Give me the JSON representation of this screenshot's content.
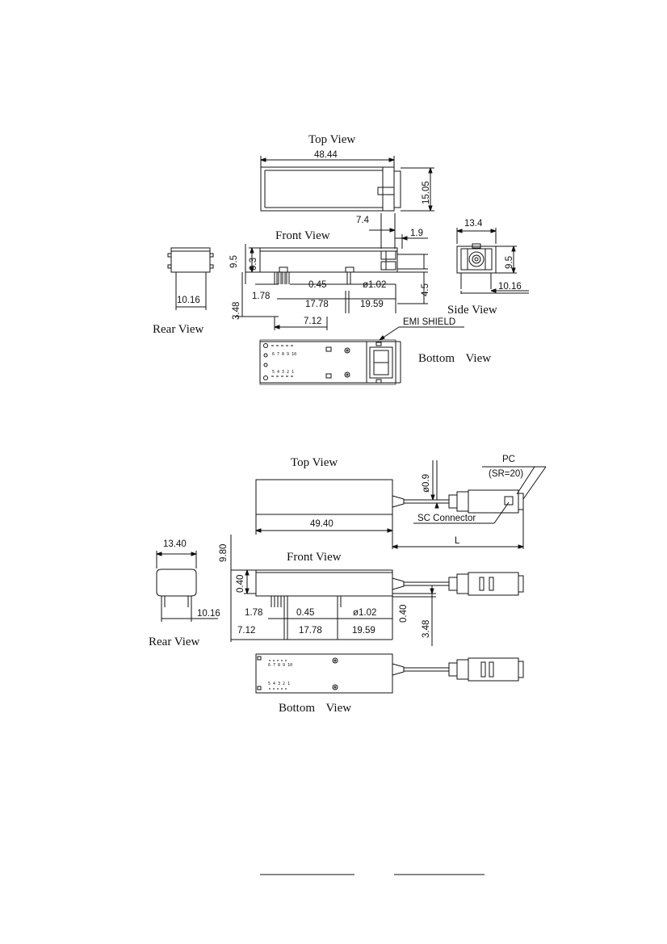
{
  "upper": {
    "titles": {
      "top": "Top View",
      "front": "Front View",
      "side": "Side View",
      "rear": "Rear View",
      "bottom": "Bottom View"
    },
    "dims": {
      "length": "48.44",
      "width": "15.05",
      "d_7_4": "7.4",
      "d_1_9": "1.9",
      "d_13_4": "13.4",
      "d_9_5_left": "9.5",
      "d_0_3": "0.3",
      "d_9_5_side": "9.5",
      "d_4_5": "4.5",
      "d_10_16_side": "10.16",
      "d_10_16_rear": "10.16",
      "d_1_78": "1.78",
      "d_0_45": "0.45",
      "d_phi_1_02": "ø1.02",
      "d_17_78": "17.78",
      "d_19_59": "19.59",
      "d_3_48": "3.48",
      "d_7_12": "7.12"
    },
    "callouts": {
      "emi": "EMI SHIELD"
    },
    "pin_labels": {
      "top_row": "6 7 8 9 10",
      "bottom_row": "5 4 3 2 1"
    }
  },
  "lower": {
    "titles": {
      "top": "Top View",
      "front": "Front View",
      "rear": "Rear View",
      "bottom": "Bottom View"
    },
    "dims": {
      "length": "49.40",
      "fiber": "ø0.9",
      "pc": "PC",
      "sr": "(SR=20)",
      "sc": "SC Connector",
      "l": "L",
      "rear_width": "13.40",
      "d_9_80": "9.80",
      "d_0_40_left": "0.40",
      "d_10_16": "10.16",
      "d_1_78": "1.78",
      "d_0_45": "0.45",
      "d_phi_1_02": "ø1.02",
      "d_7_12": "7.12",
      "d_17_78": "17.78",
      "d_19_59": "19.59",
      "d_0_40_right": "0.40",
      "d_3_48": "3.48"
    },
    "pin_labels": {
      "top_row": "6 7 8 9 10",
      "bottom_row": "5 4 3 2 1"
    }
  }
}
